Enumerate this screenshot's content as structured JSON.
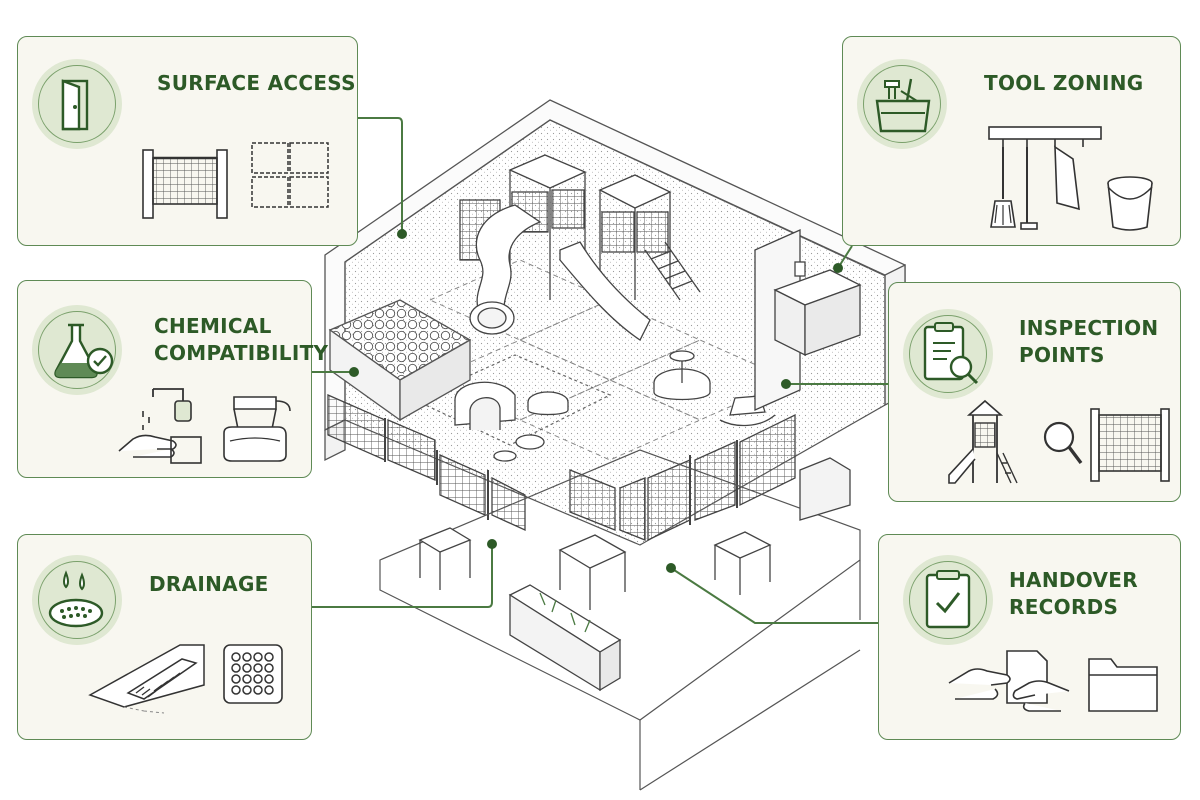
{
  "callouts": {
    "surface_access": {
      "title_lines": [
        "SURFACE ACCESS"
      ],
      "icons": [
        "door-icon",
        "fence-panel-icon",
        "foam-tiles-icon"
      ]
    },
    "chemical_compatibility": {
      "title_lines": [
        "CHEMICAL",
        "COMPATIBILITY"
      ],
      "icons": [
        "flask-check-icon",
        "handwash-station-icon",
        "bucket-sponge-icon"
      ]
    },
    "drainage": {
      "title_lines": [
        "DRAINAGE"
      ],
      "icons": [
        "drain-droplets-icon",
        "channel-drain-icon",
        "grate-icon"
      ]
    },
    "tool_zoning": {
      "title_lines": [
        "TOOL ZONING"
      ],
      "icons": [
        "caddy-icon",
        "hanging-tools-icon",
        "bucket-icon"
      ]
    },
    "inspection_points": {
      "title_lines": [
        "INSPECTION",
        "POINTS"
      ],
      "icons": [
        "clipboard-magnifier-icon",
        "playset-icon",
        "magnifier-icon",
        "fence-panel-icon"
      ]
    },
    "handover_records": {
      "title_lines": [
        "HANDOVER",
        "RECORDS"
      ],
      "icons": [
        "clipboard-check-icon",
        "hands-passing-document-icon",
        "folder-icon"
      ]
    }
  },
  "colors": {
    "accent": "#2d5a27",
    "border": "#5f8a55",
    "badge_fill": "#dfe8d2",
    "card_fill": "#f8f7f0",
    "ink": "#3a3a3a"
  }
}
